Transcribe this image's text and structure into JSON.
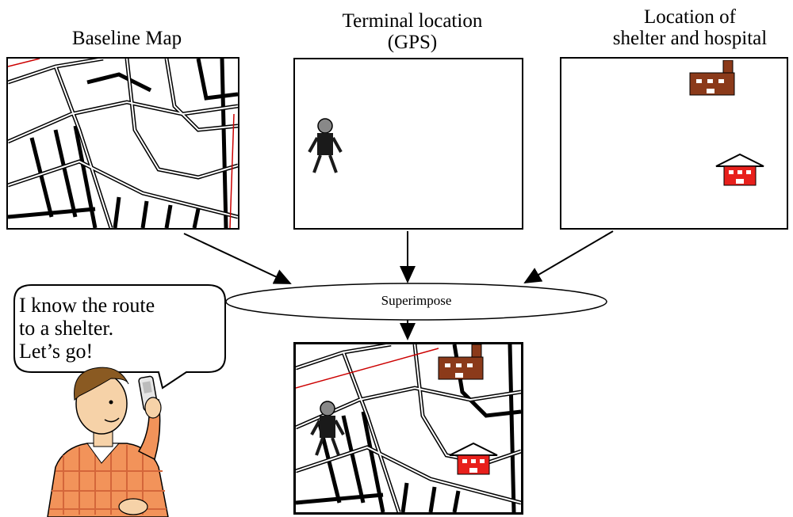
{
  "labels": {
    "baseline_map": "Baseline Map",
    "terminal_line1": "Terminal location",
    "terminal_line2": "(GPS)",
    "shelter_line1": "Location of",
    "shelter_line2": "shelter and hospital"
  },
  "process": {
    "superimpose": "Superimpose"
  },
  "speech": {
    "line1": "I know the route",
    "line2": "to a shelter.",
    "line3": "Let’s go!"
  },
  "icons": {
    "person": "person-icon",
    "hospital": "hospital-icon",
    "shelter": "shelter-icon",
    "user": "man-with-phone-icon"
  },
  "colors": {
    "hospital": "#8b3a1a",
    "shelter": "#e8201c",
    "person": "#1a1a1a",
    "road_edge": "#cc0000"
  }
}
